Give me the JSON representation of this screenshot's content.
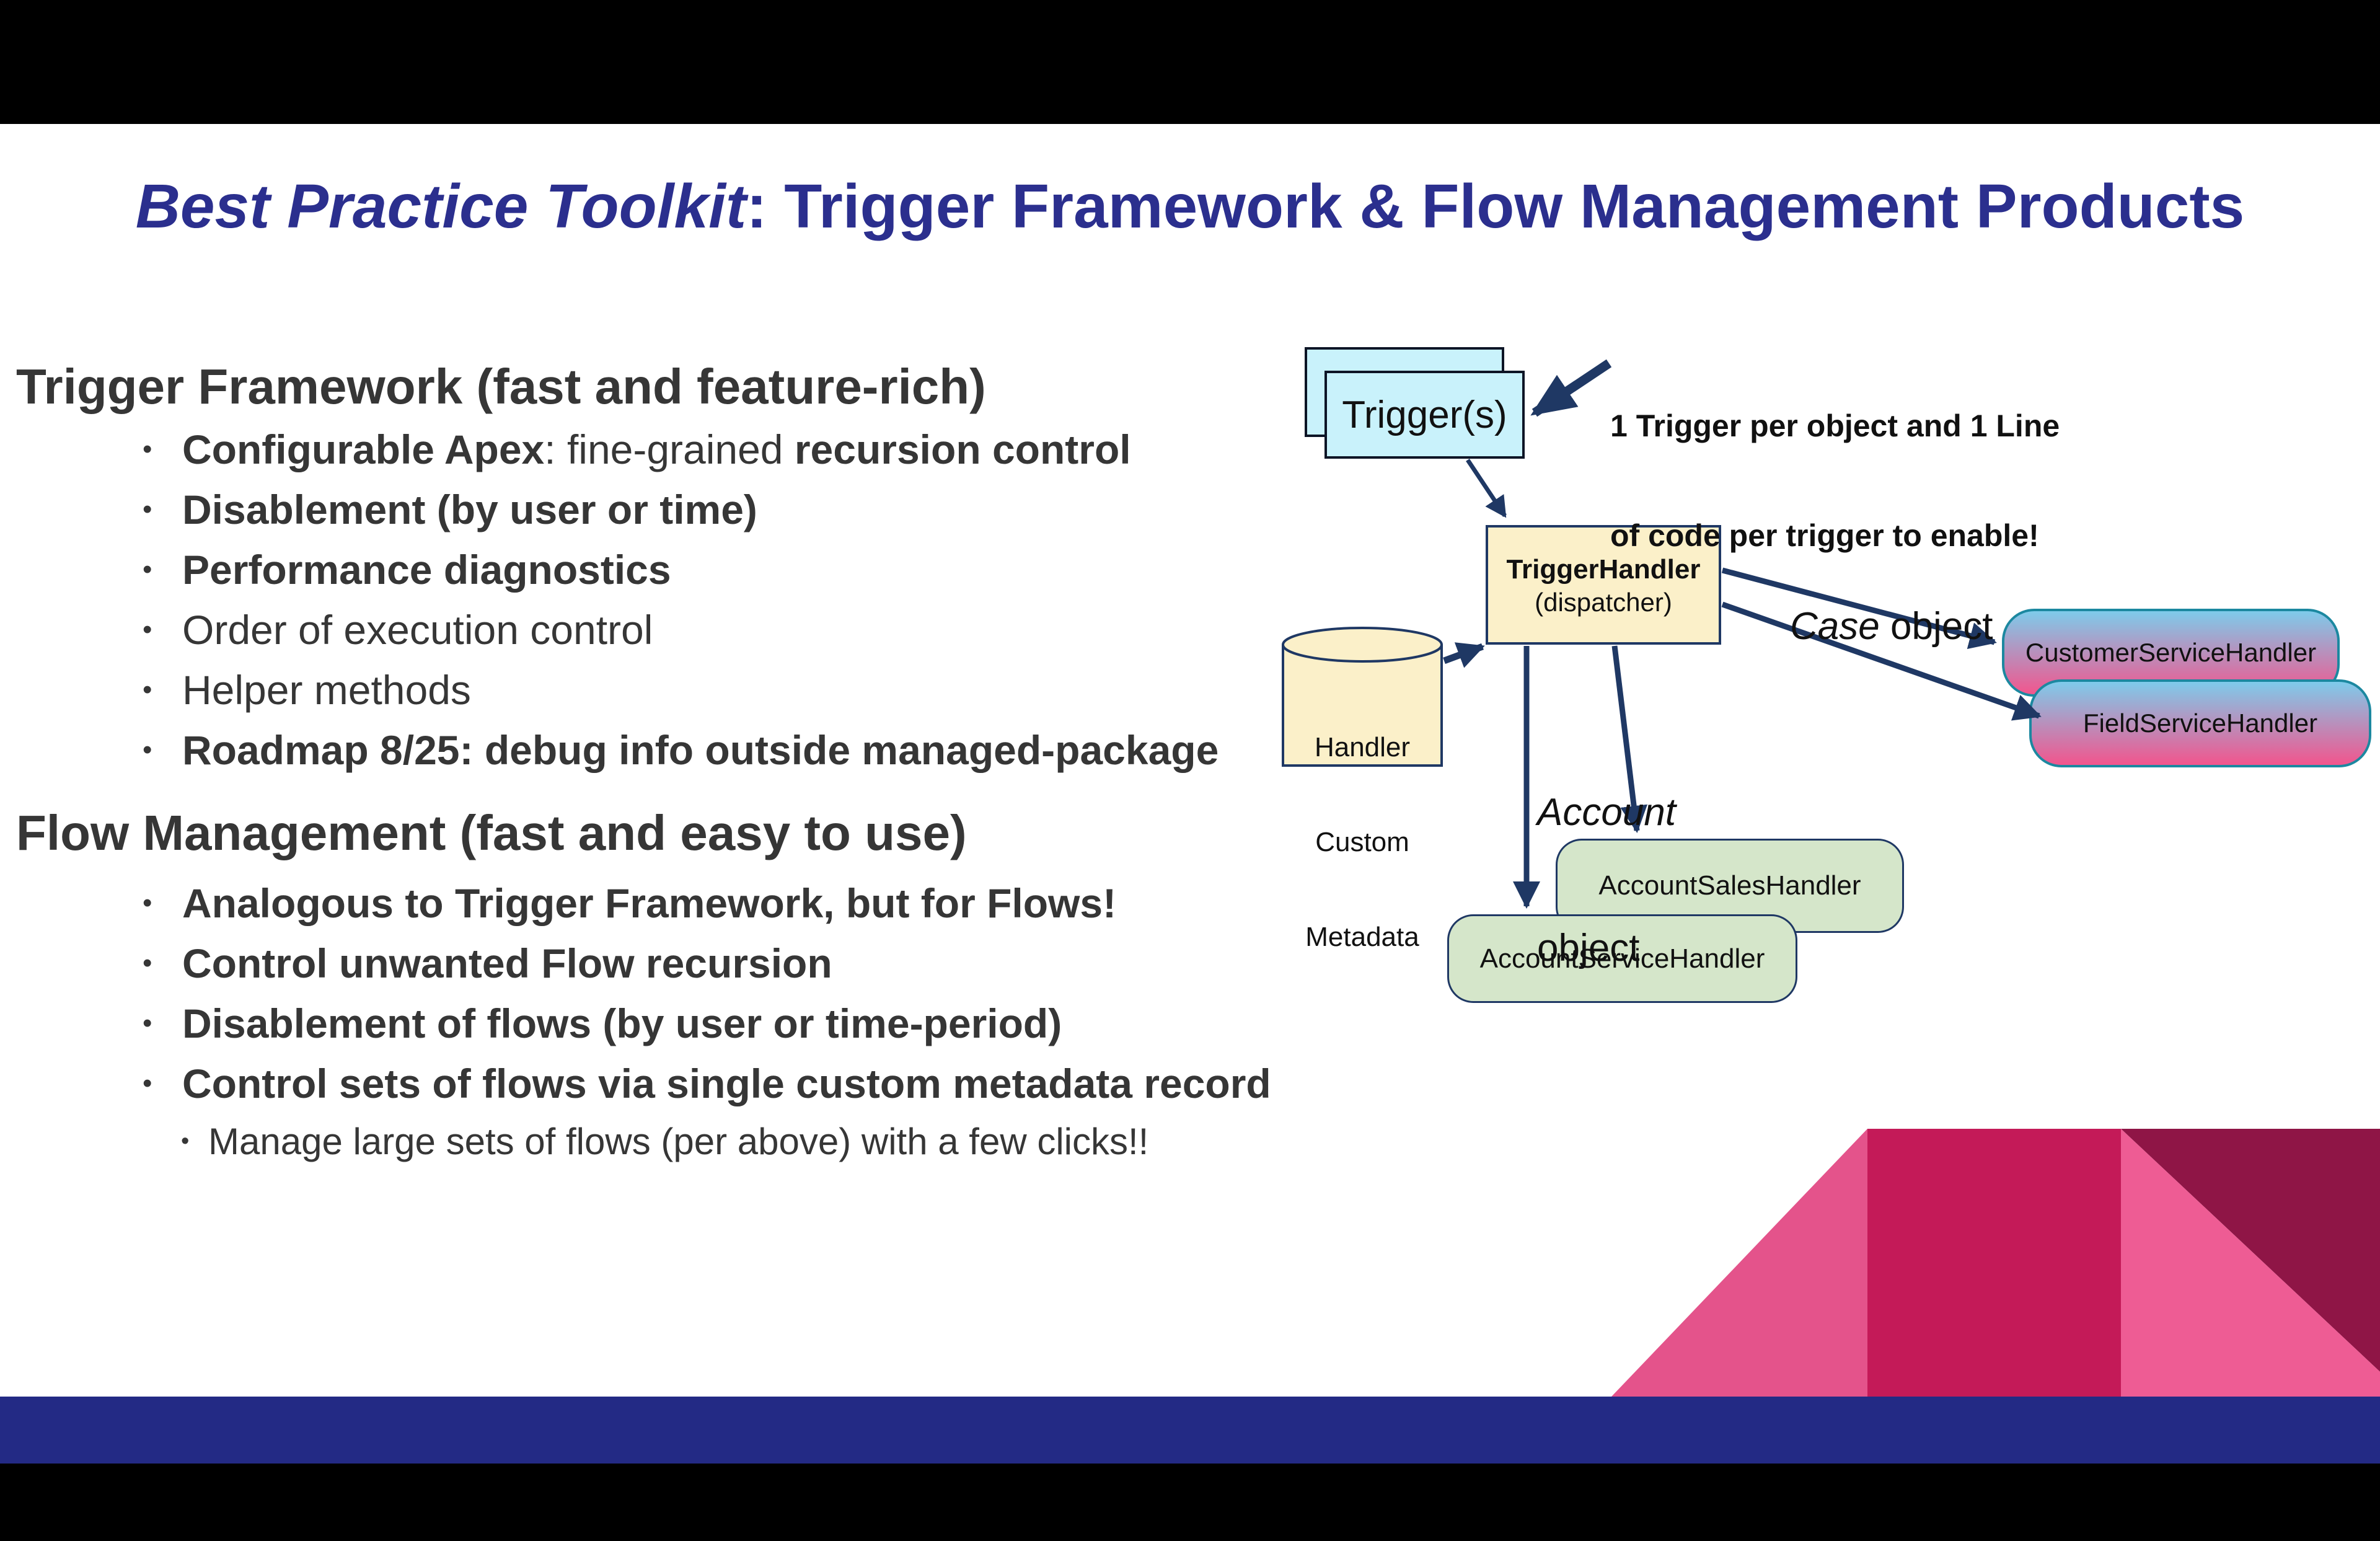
{
  "slide": {
    "bullet_char": "•",
    "title": {
      "italic": "Best Practice Toolkit",
      "rest": ": Trigger Framework & Flow Management Products"
    },
    "sections": [
      {
        "heading": "Trigger Framework (fast and feature-rich)",
        "bullets": [
          {
            "level": 1,
            "parts": [
              {
                "t": "Configurable Apex",
                "b": true
              },
              {
                "t": ": fine-grained ",
                "b": false
              },
              {
                "t": "recursion control",
                "b": true
              }
            ]
          },
          {
            "level": 1,
            "parts": [
              {
                "t": "Disablement (by user or time)",
                "b": true
              }
            ]
          },
          {
            "level": 1,
            "parts": [
              {
                "t": "Performance diagnostics",
                "b": true
              }
            ]
          },
          {
            "level": 1,
            "parts": [
              {
                "t": "Order of execution control",
                "b": false
              }
            ]
          },
          {
            "level": 1,
            "parts": [
              {
                "t": "Helper methods",
                "b": false
              }
            ]
          },
          {
            "level": 1,
            "parts": [
              {
                "t": "Roadmap 8/25: debug info outside managed-package",
                "b": true
              }
            ]
          }
        ]
      },
      {
        "heading": "Flow Management (fast and easy to use)",
        "bullets": [
          {
            "level": 1,
            "parts": [
              {
                "t": "Analogous to Trigger Framework, but for Flows!",
                "b": true
              }
            ]
          },
          {
            "level": 1,
            "parts": [
              {
                "t": "Control unwanted Flow recursion",
                "b": true
              }
            ]
          },
          {
            "level": 1,
            "parts": [
              {
                "t": "Disablement of flows (by user or time-period)",
                "b": true
              }
            ]
          },
          {
            "level": 1,
            "parts": [
              {
                "t": "Control sets of flows via single custom metadata record",
                "b": true
              }
            ]
          },
          {
            "level": 2,
            "parts": [
              {
                "t": "Manage large sets of flows (per above) with a few clicks!!",
                "b": false
              }
            ]
          }
        ]
      }
    ],
    "diagram": {
      "trigger_box_label": "Trigger(s)",
      "annotation_line1": "1 Trigger per object and 1 Line",
      "annotation_line2": "of code per trigger to enable!",
      "handler_title": "TriggerHandler",
      "handler_sub": "(dispatcher)",
      "cylinder_line1": "Handler",
      "cylinder_line2": "Custom",
      "cylinder_line3": "Metadata",
      "case_label_italic": "Case",
      "case_label_rest": " object",
      "account_label_italic": "Account",
      "account_label_rest": "object",
      "customer_box": "CustomerServiceHandler",
      "field_box": "FieldServiceHandler",
      "sales_box": "AccountSalesHandler",
      "service_box": "AccountServiceHandler"
    },
    "colors": {
      "titleBlue": "#2B2F8E",
      "text": "#363636",
      "navy": "#1F3864",
      "cyanFill": "#C9F2FB",
      "cyanBorder": "#0D1526",
      "yellowFill": "#FBF0C9",
      "greenFill": "#D5E6CA",
      "gradTop": "#7ECBEB",
      "gradBottom": "#F2558D",
      "teal": "#1C88A0",
      "barNavy": "#232A85",
      "pinkLeft": "#E4538B",
      "crimson": "#C41A58",
      "pinkRight": "#EE5C94",
      "maroon": "#8F1546"
    }
  }
}
